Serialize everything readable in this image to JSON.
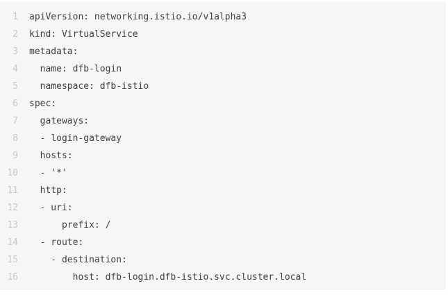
{
  "page": {
    "background_color": "#fdfdfd"
  },
  "code_block": {
    "background_color": "#f6f6f7",
    "line_number_color": "#c8c8cb",
    "text_color": "#3c4043",
    "lines": [
      {
        "number": "1",
        "text": "apiVersion: networking.istio.io/v1alpha3"
      },
      {
        "number": "2",
        "text": "kind: VirtualService"
      },
      {
        "number": "3",
        "text": "metadata:"
      },
      {
        "number": "4",
        "text": "  name: dfb-login"
      },
      {
        "number": "5",
        "text": "  namespace: dfb-istio"
      },
      {
        "number": "6",
        "text": "spec:"
      },
      {
        "number": "7",
        "text": "  gateways:"
      },
      {
        "number": "8",
        "text": "  - login-gateway"
      },
      {
        "number": "9",
        "text": "  hosts:"
      },
      {
        "number": "10",
        "text": "  - '*'"
      },
      {
        "number": "11",
        "text": "  http:"
      },
      {
        "number": "12",
        "text": "  - uri:"
      },
      {
        "number": "13",
        "text": "      prefix: /"
      },
      {
        "number": "14",
        "text": "  - route:"
      },
      {
        "number": "15",
        "text": "    - destination:"
      },
      {
        "number": "16",
        "text": "        host: dfb-login.dfb-istio.svc.cluster.local"
      }
    ]
  }
}
